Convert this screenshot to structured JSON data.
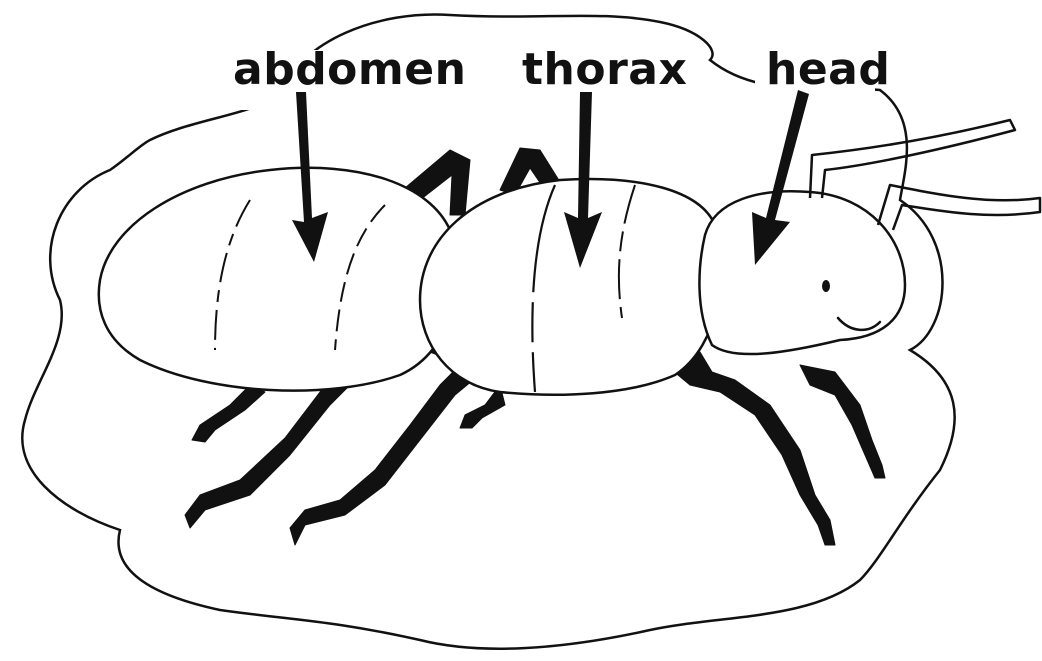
{
  "diagram": {
    "labels": {
      "abdomen": "abdomen",
      "thorax": "thorax",
      "head": "head"
    }
  },
  "colors": {
    "ink": "#111111",
    "background": "#ffffff"
  }
}
